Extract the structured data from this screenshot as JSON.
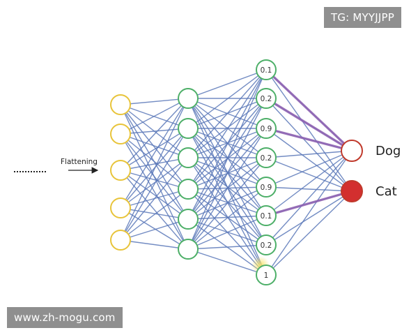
{
  "diagram": {
    "flatten_label": "Flattening",
    "input_layer": {
      "count": 5,
      "stroke": "#e8c43a"
    },
    "hidden_layer": {
      "count": 6,
      "stroke": "#4daf68"
    },
    "fc_layer": {
      "values": [
        "0.1",
        "0.2",
        "0.9",
        "0.2",
        "0.9",
        "0.1",
        "0.2",
        "1"
      ],
      "stroke": "#4daf68"
    },
    "output_layer": {
      "nodes": [
        {
          "label": "Dog",
          "stroke": "#c0392b",
          "fill": "#ffffff"
        },
        {
          "label": "Cat",
          "stroke": "#c0392b",
          "fill": "#d32f2f"
        }
      ]
    },
    "edge_color": "#5b78b8",
    "highlight_color": "#8e5fb0"
  },
  "watermarks": {
    "top": "TG: MYYJJPP",
    "bottom": "www.zh-mogu.com"
  }
}
